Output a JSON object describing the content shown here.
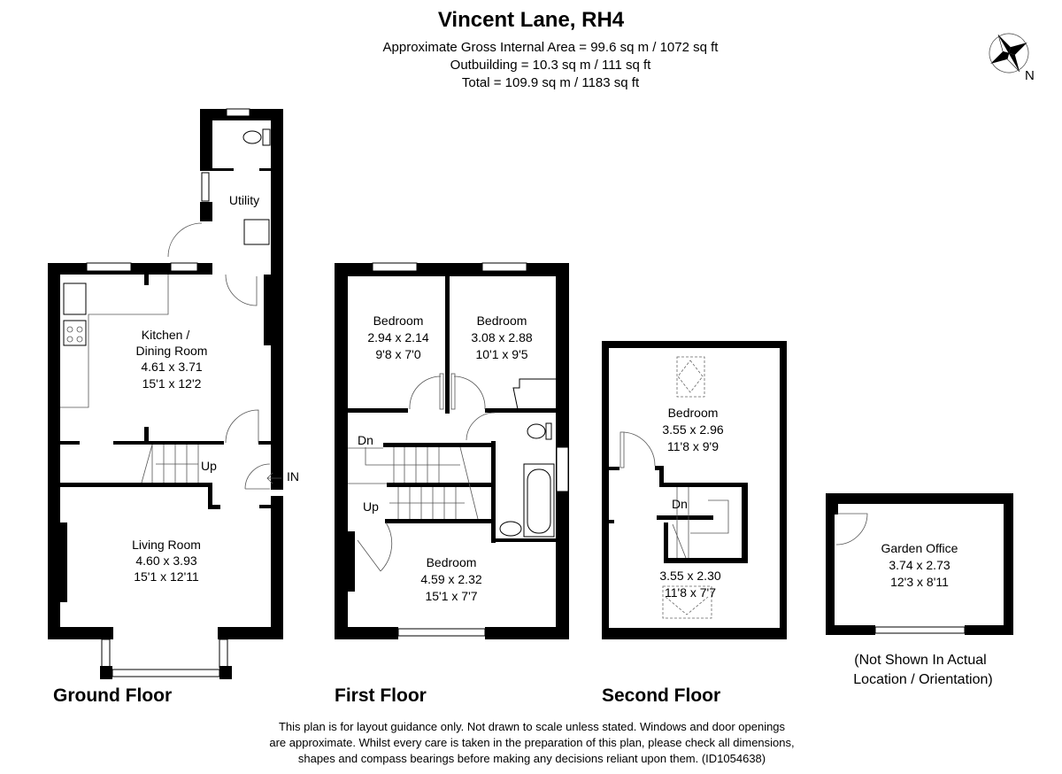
{
  "header": {
    "title": "Vincent Lane, RH4",
    "gross_area": "Approximate Gross Internal Area = 99.6 sq m / 1072 sq ft",
    "outbuilding": "Outbuilding = 10.3 sq m / 111 sq ft",
    "total": "Total = 109.9 sq m / 1183 sq ft"
  },
  "compass": {
    "label": "N",
    "icon": "compass-rose-icon"
  },
  "ground_floor": {
    "label": "Ground Floor",
    "entrance": "IN",
    "stairs": "Up",
    "rooms": [
      {
        "name": "Utility"
      },
      {
        "name": "Kitchen /",
        "name2": "Dining Room",
        "metric": "4.61 x 3.71",
        "imperial": "15'1 x 12'2"
      },
      {
        "name": "Living Room",
        "metric": "4.60 x 3.93",
        "imperial": "15'1 x 12'11"
      }
    ]
  },
  "first_floor": {
    "label": "First Floor",
    "stairs_down": "Dn",
    "stairs_up": "Up",
    "rooms": [
      {
        "name": "Bedroom",
        "metric": "2.94 x 2.14",
        "imperial": "9'8 x 7'0"
      },
      {
        "name": "Bedroom",
        "metric": "3.08 x 2.88",
        "imperial": "10'1 x 9'5"
      },
      {
        "name": "Bedroom",
        "metric": "4.59 x 2.32",
        "imperial": "15'1 x 7'7"
      }
    ]
  },
  "second_floor": {
    "label": "Second Floor",
    "stairs_down": "Dn",
    "rooms": [
      {
        "name": "Bedroom",
        "metric": "3.55 x 2.96",
        "imperial": "11'8 x 9'9"
      },
      {
        "metric": "3.55 x 2.30",
        "imperial": "11'8 x 7'7"
      }
    ]
  },
  "outbuilding": {
    "rooms": [
      {
        "name": "Garden Office",
        "metric": "3.74 x 2.73",
        "imperial": "12'3 x 8'11"
      }
    ],
    "note1": "(Not Shown In Actual",
    "note2": "Location / Orientation)"
  },
  "disclaimer": {
    "line1": "This plan is for layout guidance only. Not drawn to scale unless stated. Windows and door openings",
    "line2": "are approximate. Whilst every care is taken in the preparation of this plan, please check all dimensions,",
    "line3": "shapes and compass bearings before making any decisions reliant upon them. (ID1054638)"
  }
}
